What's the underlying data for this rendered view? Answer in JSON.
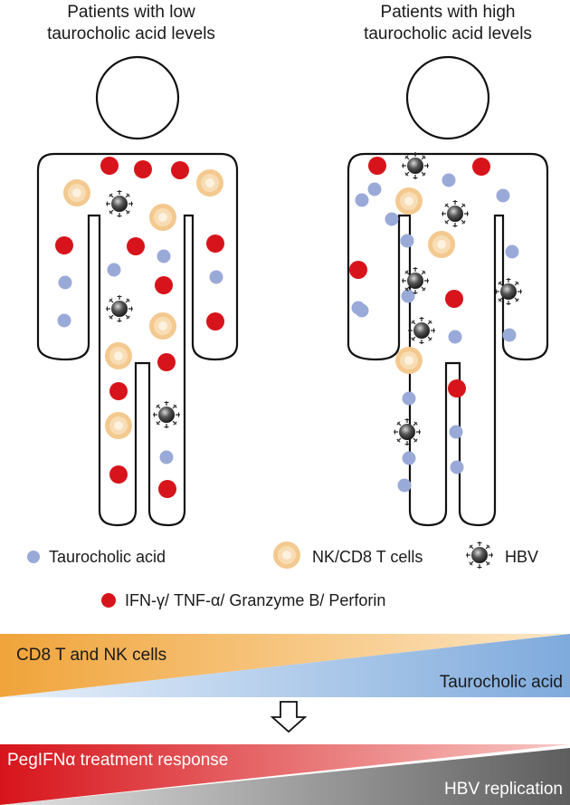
{
  "panels": {
    "left": {
      "title_line1": "Patients with low",
      "title_line2": "taurocholic acid levels"
    },
    "right": {
      "title_line1": "Patients with high",
      "title_line2": "taurocholic acid levels"
    }
  },
  "legend": {
    "taurocholic_acid": "Taurocholic acid",
    "nk_cd8": "NK/CD8 T cells",
    "hbv": "HBV",
    "cytokines": "IFN-γ/ TNF-α/ Granzyme B/ Perforin"
  },
  "gradient_bars": {
    "top": {
      "left_label": "CD8 T and NK cells",
      "right_label": "Taurocholic acid"
    },
    "bottom": {
      "left_label": "PegIFNα treatment response",
      "right_label": "HBV replication"
    }
  },
  "colors": {
    "taurocholic_acid": "#9aaad8",
    "cytokine": "#d7141b",
    "nk_cd8_outer": "#f3c98f",
    "nk_cd8_inner": "#fdf1e0",
    "hbv": "#3a3a3a",
    "bar_orange": "#f0a43a",
    "bar_blue": "#8fb4e0",
    "bar_red": "#d7141b",
    "bar_gray": "#6b6b6b"
  }
}
